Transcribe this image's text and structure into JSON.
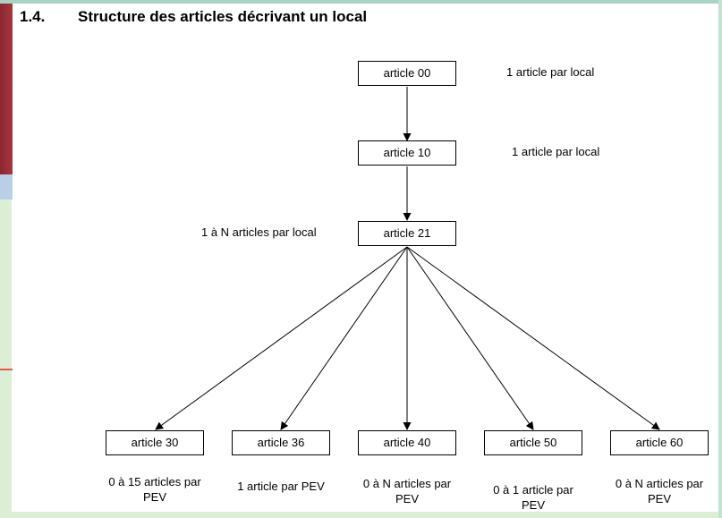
{
  "section": {
    "number": "1.4.",
    "title": "Structure des articles décrivant un local"
  },
  "nodes": {
    "article_00": "article 00",
    "article_10": "article 10",
    "article_21": "article 21",
    "article_30": "article 30",
    "article_36": "article 36",
    "article_40": "article 40",
    "article_50": "article 50",
    "article_60": "article 60"
  },
  "notes": {
    "article_00": "1 article par local",
    "article_10": "1 article par local",
    "article_21": "1 à N articles par local",
    "article_30": [
      "0 à 15 articles par",
      "PEV"
    ],
    "article_36": "1 article par PEV",
    "article_40": [
      "0 à N articles par",
      "PEV"
    ],
    "article_50": [
      "0 à 1 article par",
      "PEV"
    ],
    "article_60": [
      "0 à N articles par",
      "PEV"
    ]
  },
  "colors": {
    "line": "#000000",
    "sidebar_green": "#dcefd6",
    "sidebar_red": "#b23a3f"
  }
}
